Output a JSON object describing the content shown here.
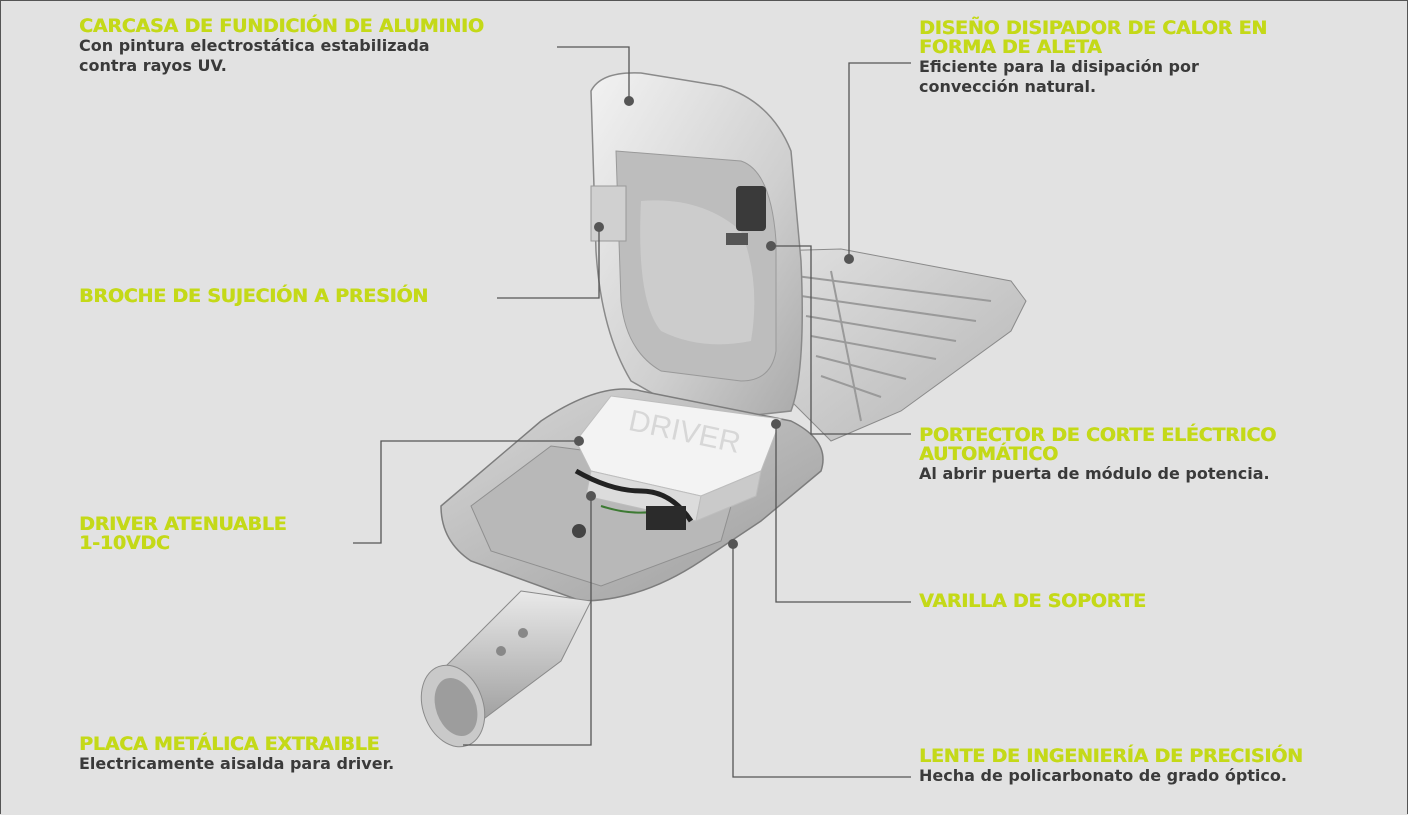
{
  "callouts": {
    "carcasa": {
      "title": "CARCASA DE FUNDICIÓN DE ALUMINIO",
      "desc_line1": "Con pintura electrostática estabilizada",
      "desc_line2": "contra rayos UV."
    },
    "disipador": {
      "title_line1": "DISEÑO DISIPADOR DE CALOR EN",
      "title_line2": "FORMA DE ALETA",
      "desc_line1": "Eficiente para la disipación por",
      "desc_line2": "convección natural."
    },
    "broche": {
      "title": "BROCHE DE SUJECIÓN A PRESIÓN"
    },
    "protector": {
      "title_line1": "PORTECTOR DE CORTE ELÉCTRICO",
      "title_line2": "AUTOMÁTICO",
      "desc": "Al abrir puerta de módulo de potencia."
    },
    "driver": {
      "title_line1": "DRIVER ATENUABLE",
      "title_line2": "1-10VDC"
    },
    "varilla": {
      "title": "VARILLA DE SOPORTE"
    },
    "placa": {
      "title": "PLACA METÁLICA EXTRAIBLE",
      "desc": "Electricamente aisalda para driver."
    },
    "lente": {
      "title": "LENTE DE INGENIERÍA DE PRECISIÓN",
      "desc": "Hecha de policarbonato de grado óptico."
    }
  },
  "product_image": {
    "driver_marking": "DRIVER"
  },
  "colors": {
    "title_accent": "#c4d918",
    "description_text": "#3a3a3a",
    "leader_line": "#555555",
    "background": "#e2e2e2"
  }
}
